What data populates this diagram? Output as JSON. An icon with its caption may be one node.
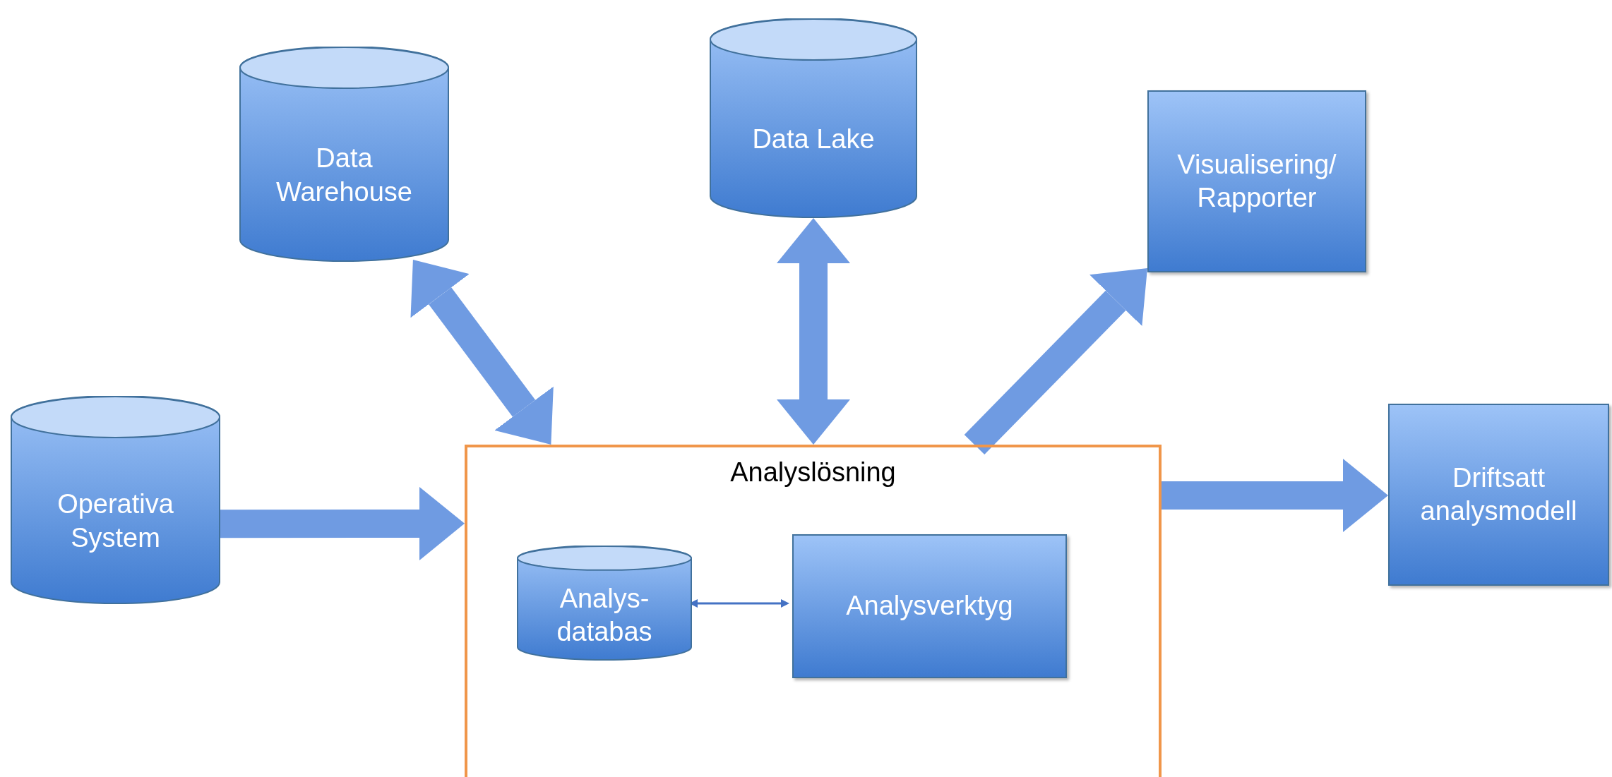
{
  "diagram": {
    "nodes": [
      {
        "text": [
          "Data Warehouse"
        ]
      },
      {
        "text": [
          "Data Lake"
        ]
      },
      {
        "text": [
          "Visualisering/ Rapporter"
        ]
      },
      {
        "text": [
          "Operativa System"
        ]
      },
      {
        "text": [
          "Analyslösning"
        ]
      },
      {
        "text": [
          "Analys- databas"
        ],
        "in": 4
      },
      {
        "text": [
          "Analysverktyg"
        ],
        "in": 4
      },
      {
        "text": [
          "Driftsatt analysmodell"
        ]
      }
    ],
    "edges": [
      {
        "from": 0,
        "to": 4,
        "arrow": "both"
      },
      {
        "from": 1,
        "to": 4,
        "arrow": "both"
      },
      {
        "from": 4,
        "to": 2,
        "arrow": "to"
      },
      {
        "from": 3,
        "to": 4,
        "arrow": "to"
      },
      {
        "from": 4,
        "to": 7,
        "arrow": "to"
      },
      {
        "from": 5,
        "to": 6,
        "arrow": "both"
      }
    ]
  }
}
